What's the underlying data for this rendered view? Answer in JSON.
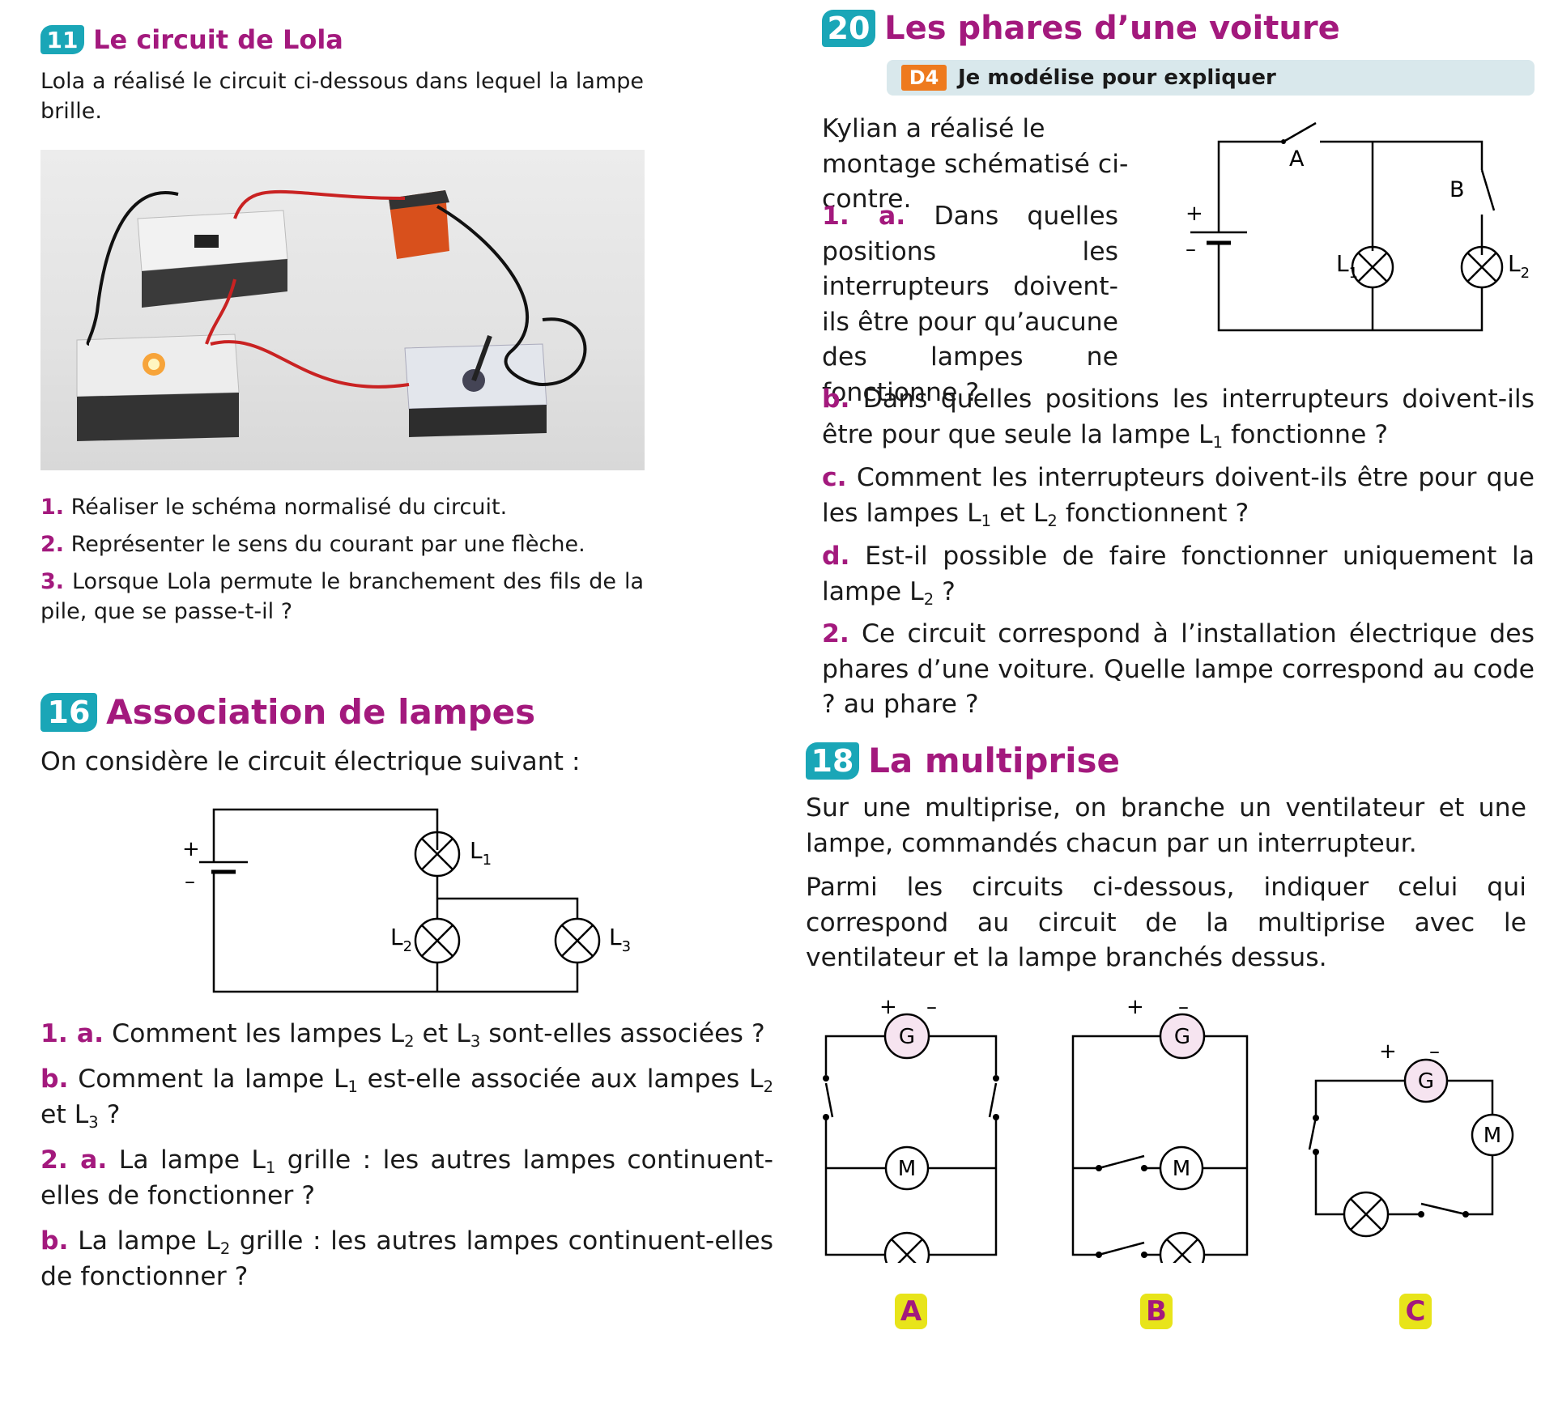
{
  "ex11": {
    "number": "11",
    "title": "Le circuit de Lola",
    "intro": "Lola a réalisé le circuit ci-dessous dans lequel la lampe brille.",
    "photo_alt_caption": "",
    "q1_num": "1.",
    "q1_text": "Réaliser le schéma normalisé du circuit.",
    "q2_num": "2.",
    "q2_text": "Représenter le sens du courant par une flèche.",
    "q3_num": "3.",
    "q3_text": "Lorsque Lola permute le branchement des fils de la pile, que se passe-t-il ?"
  },
  "ex16": {
    "number": "16",
    "title": "Association de lampes",
    "intro": "On considère le circuit électrique suivant :",
    "diagram": {
      "plus": "+",
      "minus": "–",
      "L1": "L",
      "L1_sub": "1",
      "L2": "L",
      "L2_sub": "2",
      "L3": "L",
      "L3_sub": "3"
    },
    "q1a_num": "1. a.",
    "q1a_pre": "Comment les lampes L",
    "q1a_s1": "2",
    "q1a_mid": " et L",
    "q1a_s2": "3",
    "q1a_post": " sont-elles associées ?",
    "q1b_num": "b.",
    "q1b_pre": "Comment la lampe L",
    "q1b_s1": "1",
    "q1b_mid": " est-elle associée aux lampes L",
    "q1b_s2": "2",
    "q1b_mid2": " et L",
    "q1b_s3": "3",
    "q1b_post": " ?",
    "q2a_num": "2. a.",
    "q2a_pre": "La lampe L",
    "q2a_s1": "1",
    "q2a_post": " grille : les autres lampes continuent-elles de fonctionner ?",
    "q2b_num": "b.",
    "q2b_pre": "La lampe L",
    "q2b_s1": "2",
    "q2b_post": " grille : les autres lampes continuent-elles de fonctionner ?"
  },
  "ex20": {
    "number": "20",
    "title": "Les phares d’une voiture",
    "tag": "D4",
    "tag_text": "Je modélise pour expliquer",
    "intro": "Kylian a réalisé le montage schématisé ci-contre.",
    "diagram": {
      "plus": "+",
      "minus": "–",
      "A": "A",
      "B": "B",
      "L1": "L",
      "L1_sub": "1",
      "L2": "L",
      "L2_sub": "2"
    },
    "q1a_num": "1. a.",
    "q1a_text": "Dans quelles positions les interrupteurs doivent-ils être pour qu’aucune des lampes ne fonctionne ?",
    "q1b_num": "b.",
    "q1b_pre": "Dans quelles positions les interrupteurs doivent-ils être pour que seule la lampe L",
    "q1b_s1": "1",
    "q1b_post": " fonctionne ?",
    "q1c_num": "c.",
    "q1c_pre": "Comment les interrupteurs doivent-ils être pour que les lampes L",
    "q1c_s1": "1",
    "q1c_mid": " et L",
    "q1c_s2": "2",
    "q1c_post": " fonctionnent ?",
    "q1d_num": "d.",
    "q1d_pre": "Est-il possible de faire fonctionner uniquement la lampe L",
    "q1d_s1": "2",
    "q1d_post": " ?",
    "q2_num": "2.",
    "q2_text": "Ce circuit correspond à l’installation électrique des phares d’une voiture. Quelle lampe correspond au code ? au phare ?"
  },
  "ex18": {
    "number": "18",
    "title": "La multiprise",
    "p1": "Sur une multiprise, on branche un ventilateur et une lampe, commandés chacun par un interrupteur.",
    "p2": "Parmi les circuits ci-dessous, indiquer celui qui correspond au circuit de la multiprise avec le ventilateur et la lampe branchés dessus.",
    "circuits": {
      "plus": "+",
      "minus": "–",
      "G": "G",
      "M": "M",
      "labelA": "A",
      "labelB": "B",
      "labelC": "C"
    }
  },
  "colors": {
    "accent": "#a3197d",
    "badge": "#1aa6b7",
    "tag": "#ee7a1e",
    "label_bg": "#e8e41a"
  }
}
